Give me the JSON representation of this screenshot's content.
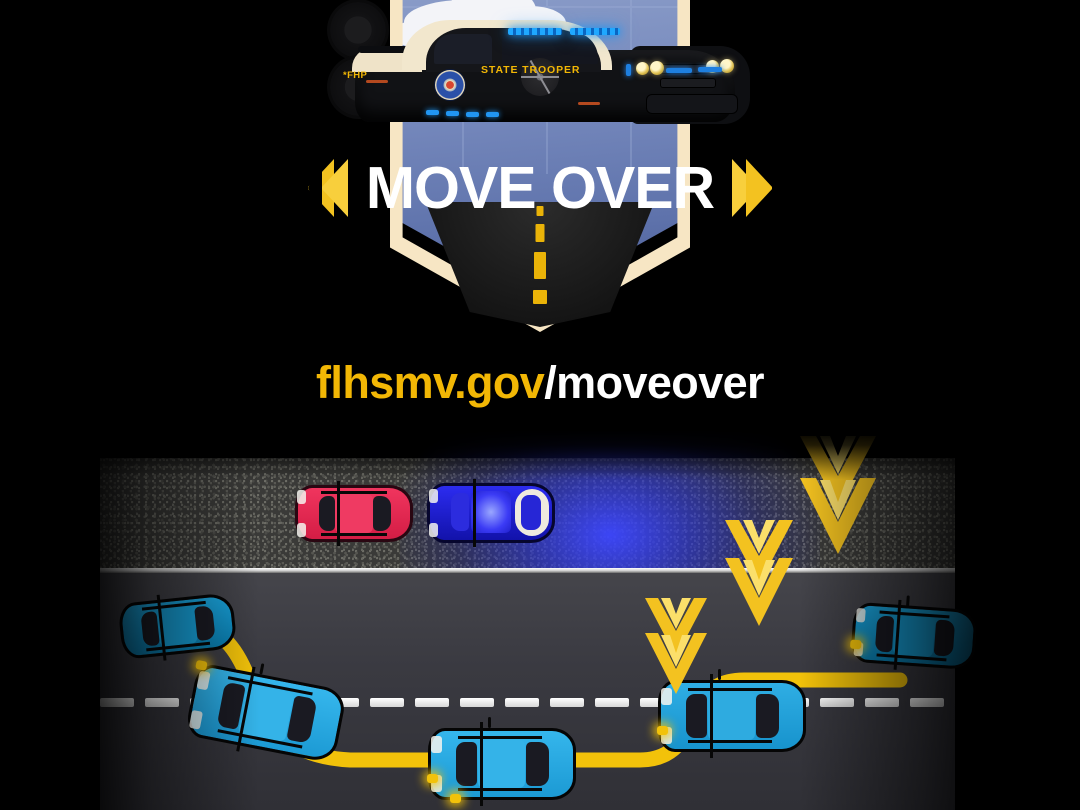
{
  "poster": {
    "campaign_title": "MOVE OVER",
    "url_domain": "flhsmv.gov",
    "url_path": "/moveover",
    "colors": {
      "background": "#000000",
      "gold": "#f2b705",
      "chevron_gold": "#f3c220",
      "chevron_gold_light": "#f8cf3c",
      "headline_white": "#ffffff",
      "shield_cream": "#f7e6c4",
      "sky_blue": "#7487bb",
      "car_cyan": "#29abe2",
      "stopped_car_red": "#e8284f",
      "police_car_blue": "#1f1fcc",
      "police_glow": "#3c46ff",
      "shoulder_gray": "#3a3a38",
      "roadway_gray": "#3a3a41",
      "lane_dash_white": "#ffffff",
      "road_center_dash_gold": "#eab308"
    }
  },
  "trooper_car": {
    "door_text": "STATE TROOPER",
    "rear_quarter_text": "*FHP",
    "seal_name": "florida-state-seal",
    "icons": {
      "lightbar": "blue-emergency-lightbar",
      "wheel": "alloy-wheel",
      "headlamp": "quad-headlamp"
    }
  },
  "headline": {
    "text": "MOVE OVER",
    "left_chevrons_icon": "double-chevron-left-icon",
    "right_chevrons_icon": "double-chevron-right-icon"
  },
  "shield": {
    "icon": "highway-shield-badge",
    "road_dash_count": 4
  },
  "scene": {
    "label": "move-over-traffic-diagram",
    "shoulder_cars": [
      {
        "id": "stopped-car",
        "color": "#e8284f",
        "role": "stopped-vehicle"
      },
      {
        "id": "police-cruiser",
        "color": "#1f1fcc",
        "role": "law-enforcement-vehicle",
        "lights": "on"
      }
    ],
    "traffic_cars": [
      {
        "id": "traffic-car-far-left",
        "color": "#0e8ec4",
        "lane": "left"
      },
      {
        "id": "traffic-car-merging-left",
        "color": "#29abe2",
        "lane": "merging"
      },
      {
        "id": "traffic-car-center",
        "color": "#29abe2",
        "lane": "right"
      },
      {
        "id": "traffic-car-right",
        "color": "#29abe2",
        "lane": "right"
      },
      {
        "id": "traffic-car-far-right",
        "color": "#0e8ec4",
        "lane": "right"
      }
    ],
    "move_over_chevrons": [
      {
        "id": "chevron-arrow-1",
        "direction": "down-left"
      },
      {
        "id": "chevron-arrow-2",
        "direction": "down-left"
      },
      {
        "id": "chevron-arrow-3",
        "direction": "down-left"
      }
    ],
    "path_line_color": "#f2c20a",
    "lane_dash_count": 19
  }
}
